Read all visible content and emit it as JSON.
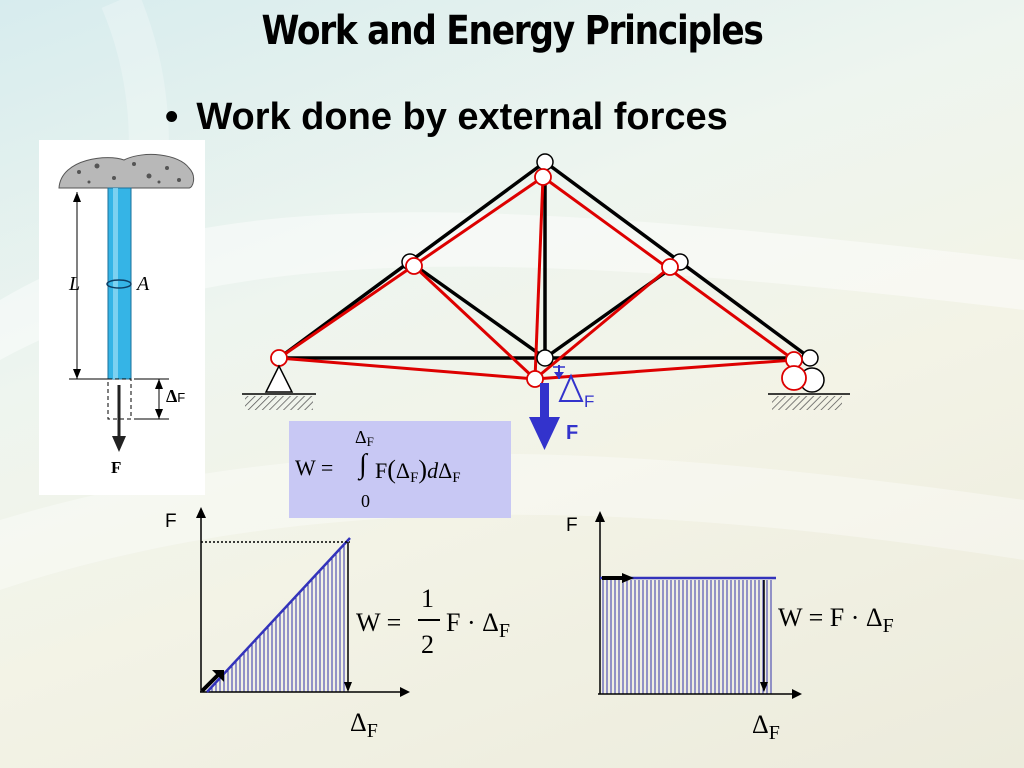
{
  "slide": {
    "title": "Work and Energy Principles",
    "bullet_marker": "•",
    "bullet": "Work done by external forces"
  },
  "rod_figure": {
    "length_label": "L",
    "area_label": "A",
    "delta_symbol": "Δ",
    "delta_sub": "F",
    "force_label": "F"
  },
  "truss_figure": {
    "delta_symbol": "Δ",
    "delta_sub": "F",
    "force_label": "F",
    "force_color": "#3333cc",
    "deformed_color": "#dd0000",
    "original_color": "#000000"
  },
  "integral_formula": {
    "lhs": "W =",
    "upper_limit_symbol": "Δ",
    "upper_limit_sub": "F",
    "lower_limit": "0",
    "integral_sign": "∫",
    "integrand_1": "F",
    "integrand_delta": "Δ",
    "integrand_delta_sub": "F",
    "differential_d": "d",
    "differential_delta": "Δ",
    "differential_sub": "F"
  },
  "graph_linear": {
    "y_axis_label": "F",
    "x_axis_symbol": "Δ",
    "x_axis_sub": "F",
    "formula_lhs": "W =",
    "fraction_num": "1",
    "fraction_den": "2",
    "formula_rest": "F · Δ",
    "formula_sub": "F"
  },
  "graph_constant": {
    "y_axis_label": "F",
    "x_axis_symbol": "Δ",
    "x_axis_sub": "F",
    "formula": "W = F · Δ",
    "formula_sub": "F"
  }
}
